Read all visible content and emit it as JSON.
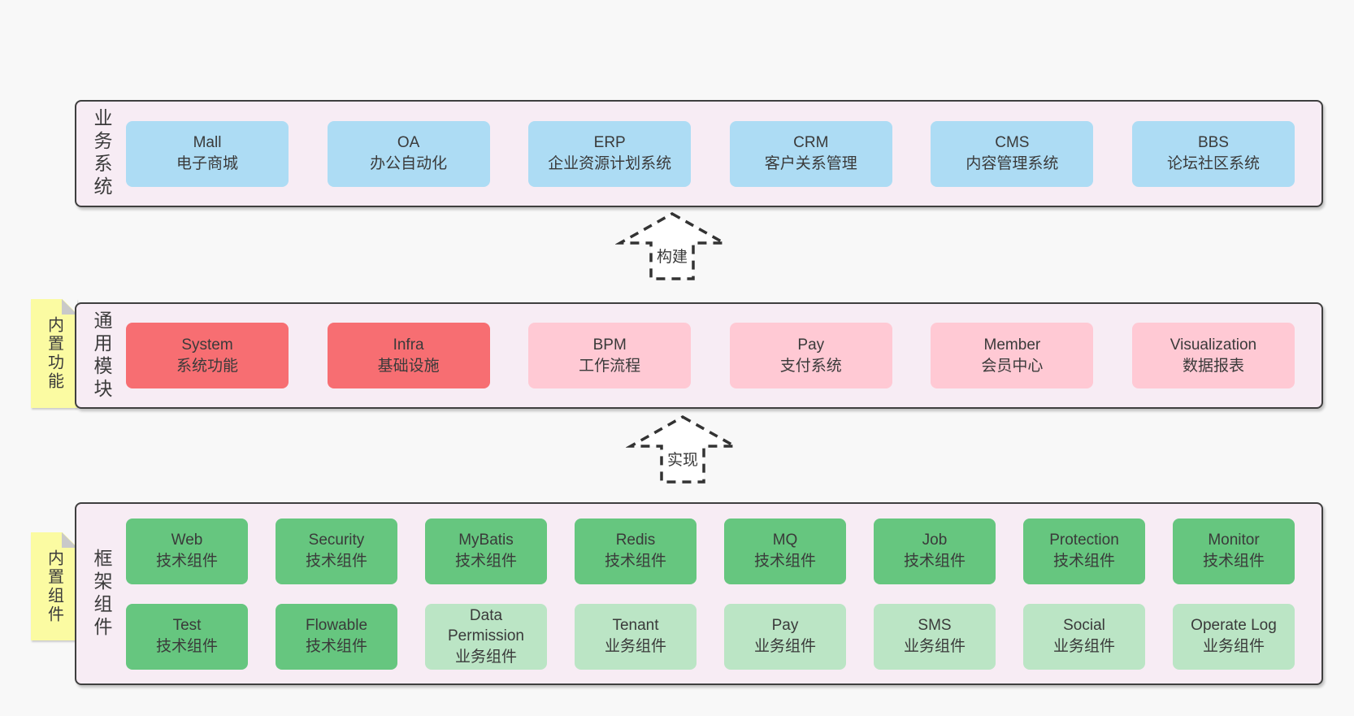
{
  "colors": {
    "page_bg": "#f8f8f8",
    "section_bg": "#f7ecf4",
    "section_border": "#3f3f3f",
    "blue_box": "#addcf4",
    "red_box": "#f76e72",
    "pink_box": "#ffc9d4",
    "green_box": "#66c67f",
    "light_green_box": "#bbe5c5",
    "sticky_yellow": "#fbfba2",
    "text": "#3a3a3a"
  },
  "sections": {
    "business": {
      "label": "业务系统",
      "items": [
        {
          "name": "Mall",
          "desc": "电子商城"
        },
        {
          "name": "OA",
          "desc": "办公自动化"
        },
        {
          "name": "ERP",
          "desc": "企业资源计划系统"
        },
        {
          "name": "CRM",
          "desc": "客户关系管理"
        },
        {
          "name": "CMS",
          "desc": "内容管理系统"
        },
        {
          "name": "BBS",
          "desc": "论坛社区系统"
        }
      ]
    },
    "modules": {
      "label": "通用模块",
      "sticky": "内置功能",
      "items": [
        {
          "name": "System",
          "desc": "系统功能"
        },
        {
          "name": "Infra",
          "desc": "基础设施"
        },
        {
          "name": "BPM",
          "desc": "工作流程"
        },
        {
          "name": "Pay",
          "desc": "支付系统"
        },
        {
          "name": "Member",
          "desc": "会员中心"
        },
        {
          "name": "Visualization",
          "desc": "数据报表"
        }
      ]
    },
    "framework": {
      "label": "框架组件",
      "sticky": "内置组件",
      "rows": [
        [
          {
            "name": "Web",
            "desc": "技术组件"
          },
          {
            "name": "Security",
            "desc": "技术组件"
          },
          {
            "name": "MyBatis",
            "desc": "技术组件"
          },
          {
            "name": "Redis",
            "desc": "技术组件"
          },
          {
            "name": "MQ",
            "desc": "技术组件"
          },
          {
            "name": "Job",
            "desc": "技术组件"
          },
          {
            "name": "Protection",
            "desc": "技术组件"
          },
          {
            "name": "Monitor",
            "desc": "技术组件"
          }
        ],
        [
          {
            "name": "Test",
            "desc": "技术组件"
          },
          {
            "name": "Flowable",
            "desc": "技术组件"
          },
          {
            "name": "Data Permission",
            "desc": "业务组件"
          },
          {
            "name": "Tenant",
            "desc": "业务组件"
          },
          {
            "name": "Pay",
            "desc": "业务组件"
          },
          {
            "name": "SMS",
            "desc": "业务组件"
          },
          {
            "name": "Social",
            "desc": "业务组件"
          },
          {
            "name": "Operate Log",
            "desc": "业务组件"
          }
        ]
      ]
    }
  },
  "arrows": [
    {
      "label": "构建"
    },
    {
      "label": "实现"
    }
  ]
}
